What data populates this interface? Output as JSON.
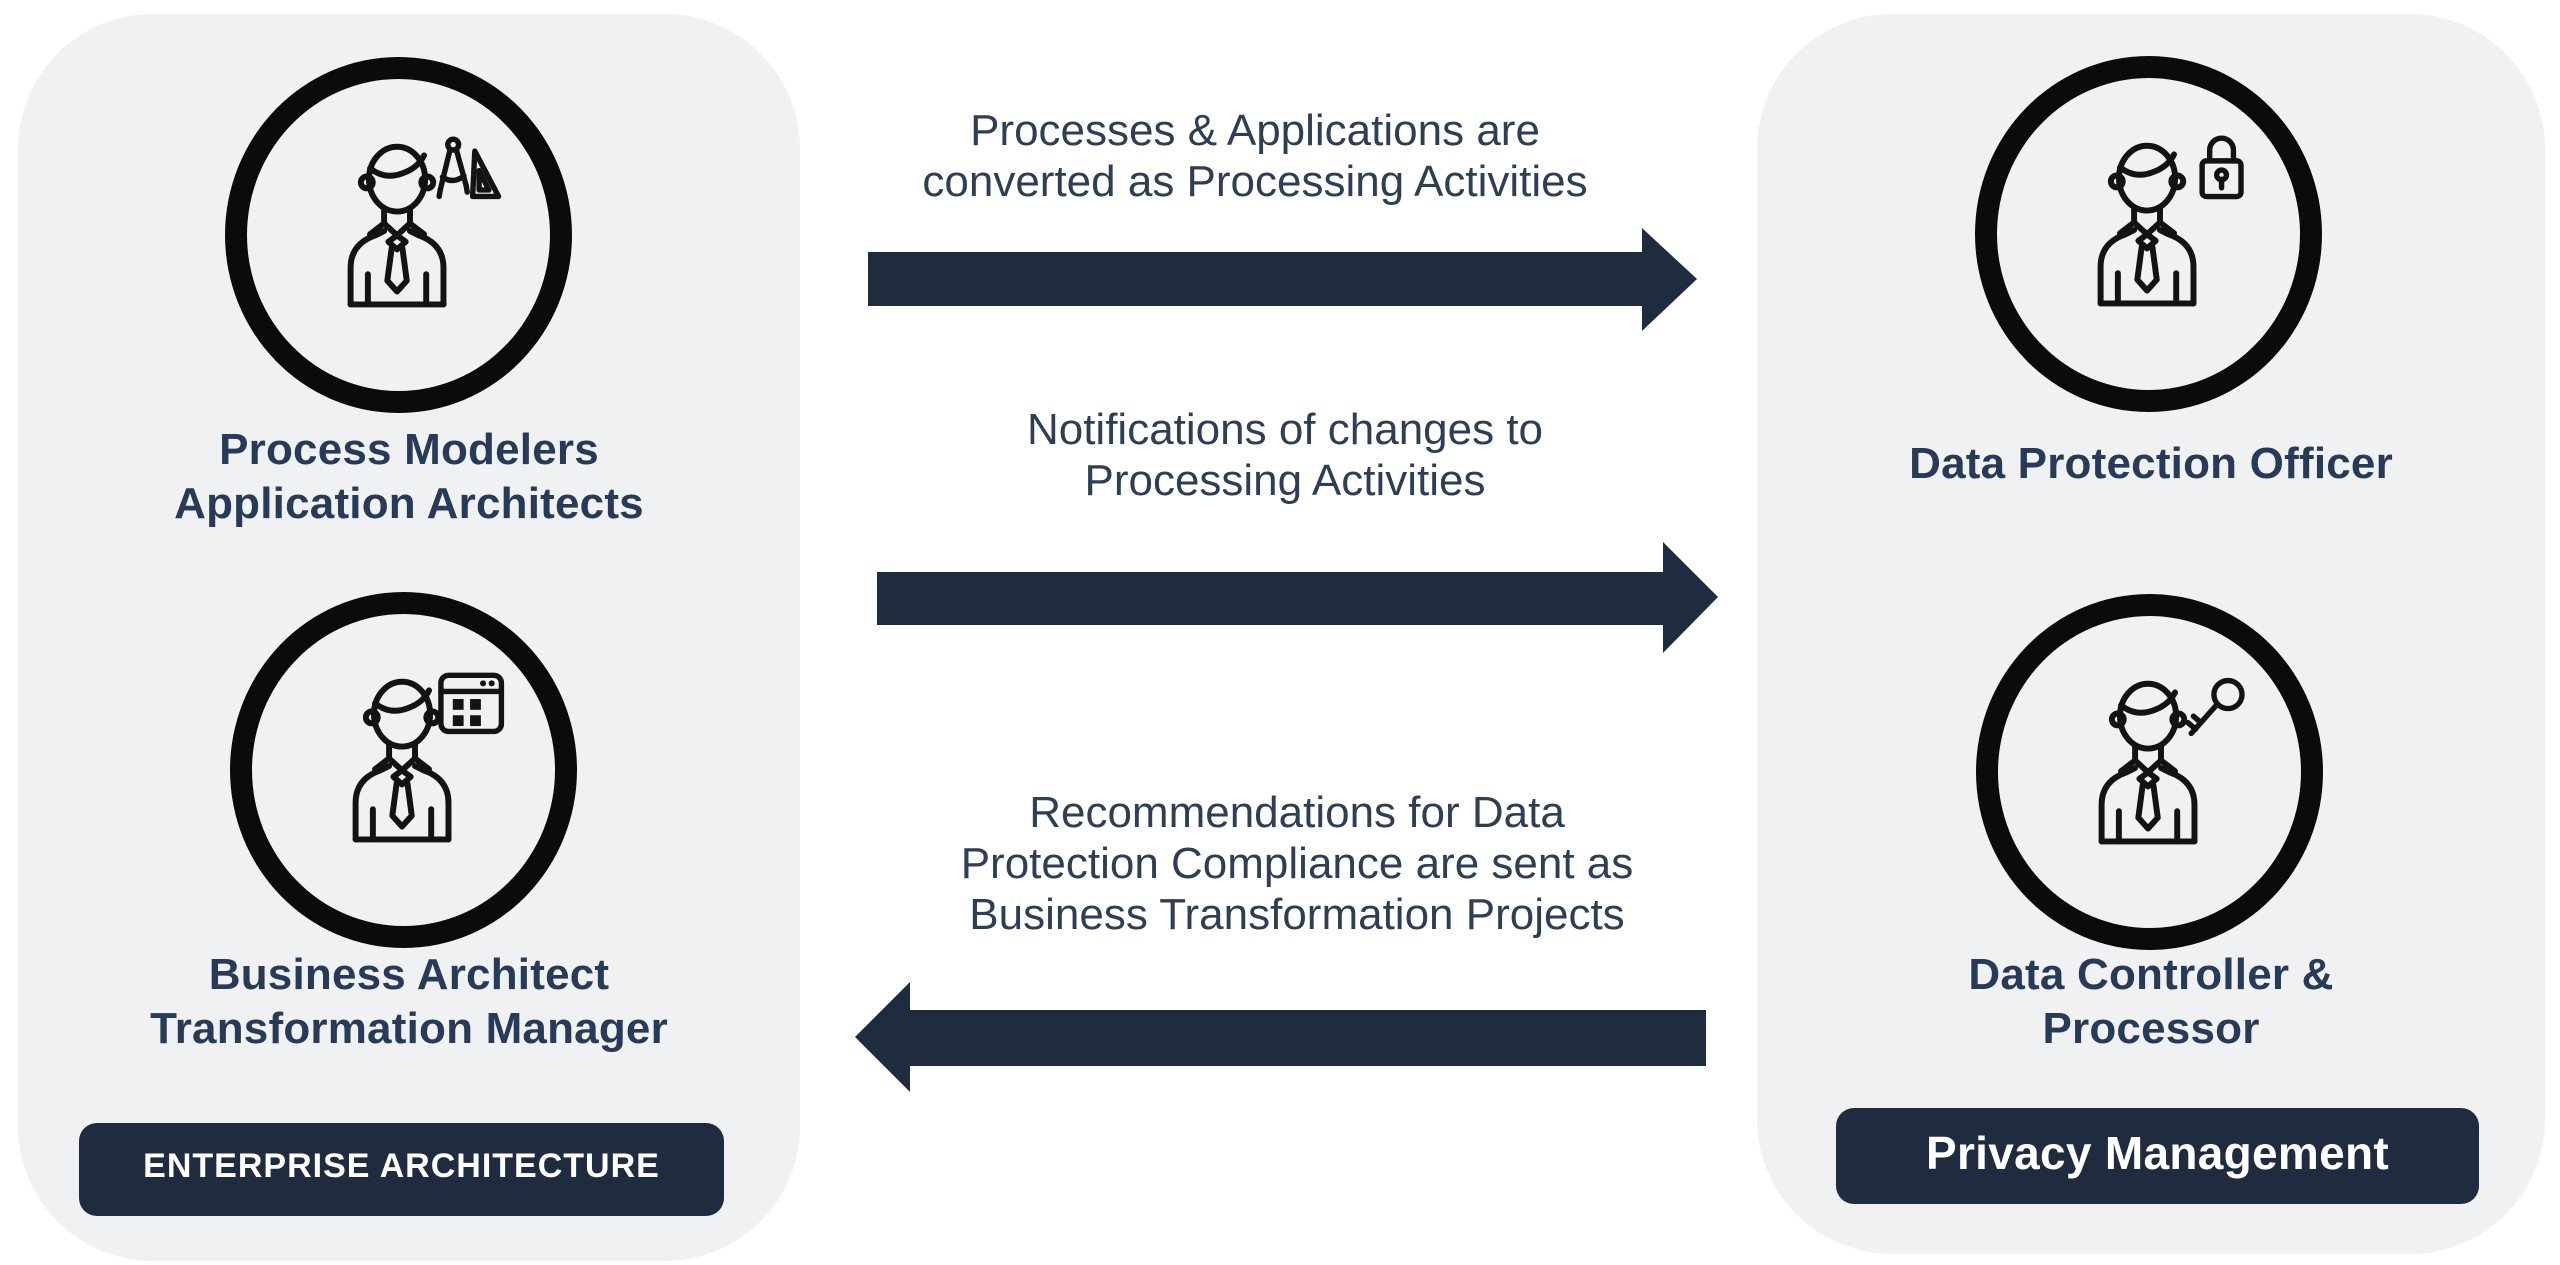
{
  "title": "Enterprise Architecture and Privacy Management integration diagram",
  "left_panel": {
    "badge_label": "ENTERPRISE ARCHITECTURE",
    "roles": [
      {
        "icon": "person-drafting-tools-icon",
        "line1": "Process Modelers",
        "line2": "Application Architects"
      },
      {
        "icon": "person-app-window-icon",
        "line1": "Business Architect",
        "line2": "Transformation Manager"
      }
    ]
  },
  "right_panel": {
    "badge_label": "Privacy Management",
    "roles": [
      {
        "icon": "person-padlock-icon",
        "line1": "Data Protection Officer"
      },
      {
        "icon": "person-key-icon",
        "line1": "Data Controller &",
        "line2": "Processor"
      }
    ]
  },
  "flows": [
    {
      "direction": "right",
      "line1": "Processes & Applications are",
      "line2": "converted as Processing Activities"
    },
    {
      "direction": "right",
      "line1": "Notifications of changes to",
      "line2": "Processing Activities"
    },
    {
      "direction": "left",
      "line1": "Recommendations for Data",
      "line2": "Protection Compliance are sent as",
      "line3": "Business Transformation Projects"
    }
  ],
  "colors": {
    "page_bg": "#ffffff",
    "panel_bg": "#f0f1f2",
    "dark_navy": "#1f2c40",
    "heading_text": "#273a57",
    "flow_text": "#2d3e55",
    "badge_text": "#ffffff",
    "icon_stroke": "#131313"
  }
}
